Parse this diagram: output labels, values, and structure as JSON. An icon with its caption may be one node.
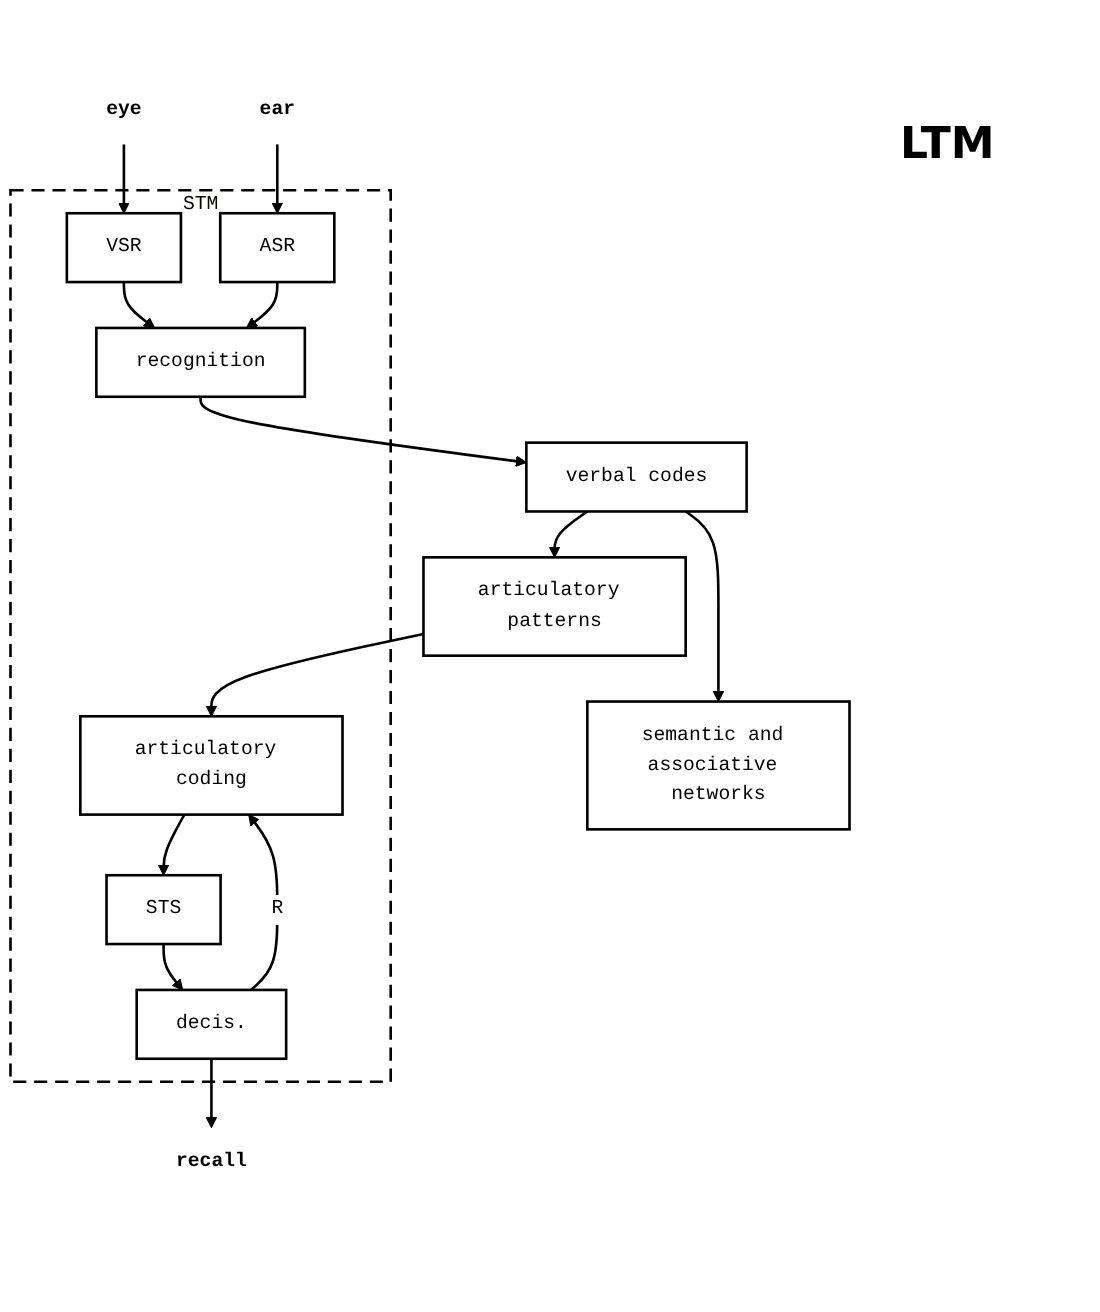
{
  "diagram": {
    "nodes": [
      {
        "text": [
          "STM"
        ]
      },
      {
        "text": [
          "eye"
        ]
      },
      {
        "text": [
          "ear"
        ]
      },
      {
        "text": [
          "VSR"
        ],
        "in": 0
      },
      {
        "text": [
          "ASR"
        ],
        "in": 0
      },
      {
        "text": [
          "recognition"
        ],
        "in": 0
      },
      {
        "text": [
          "verbal codes"
        ]
      },
      {
        "text": [
          "semantic and associative networks"
        ]
      },
      {
        "text": [
          "articulatory patterns"
        ]
      },
      {
        "text": [
          "articulatory coding"
        ],
        "in": 0
      },
      {
        "text": [
          "decis."
        ],
        "in": 0
      },
      {
        "text": [
          "STS"
        ],
        "in": 0
      },
      {
        "text": [
          "recall"
        ]
      }
    ],
    "edges": [
      {
        "from": 1,
        "to": 3,
        "arrow": "to"
      },
      {
        "from": 2,
        "to": 4,
        "arrow": "to"
      },
      {
        "from": 3,
        "to": 5,
        "arrow": "to"
      },
      {
        "from": 4,
        "to": 5,
        "arrow": "to"
      },
      {
        "from": 5,
        "to": 6,
        "arrow": "to"
      },
      {
        "from": 6,
        "to": 7,
        "arrow": "to"
      },
      {
        "from": 6,
        "to": 8,
        "arrow": "to"
      },
      {
        "from": 8,
        "to": 9,
        "arrow": "to"
      },
      {
        "from": 9,
        "to": 11,
        "arrow": "to"
      },
      {
        "from": 11,
        "to": 10,
        "arrow": "to"
      },
      {
        "from": 10,
        "to": 9,
        "arrow": "to",
        "label": "R"
      },
      {
        "from": 10,
        "to": 12,
        "arrow": "to"
      }
    ],
    "labels": [
      "LTM"
    ]
  }
}
